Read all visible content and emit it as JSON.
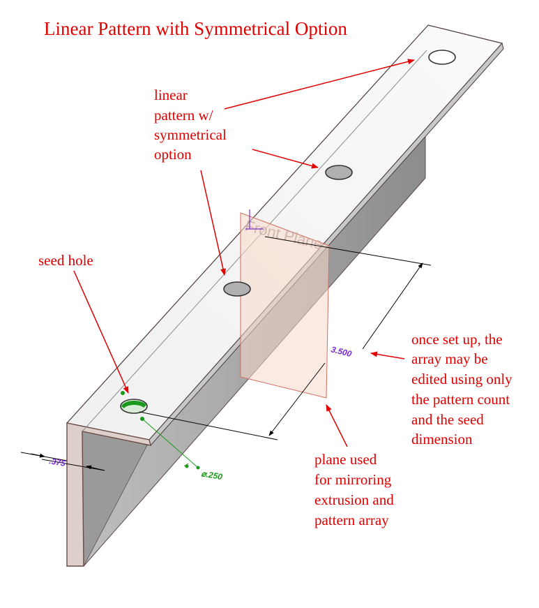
{
  "title": "Linear Pattern with Symmetrical Option",
  "callouts": {
    "linear_pattern": [
      "linear",
      "pattern w/",
      "symmetrical",
      "option"
    ],
    "seed_hole": [
      "seed hole"
    ],
    "array_note": [
      "once set up, the",
      "array may be",
      "edited using only",
      "the pattern count",
      "and the seed",
      "dimension"
    ],
    "plane_note": [
      "plane used",
      "for mirroring",
      "extrusion and",
      "pattern array"
    ]
  },
  "dimensions": {
    "length": "3.500",
    "edge_offset": ".375",
    "hole_diameter": "⌀.250"
  },
  "plane_label": "Front Plane",
  "colors": {
    "annotation_red": "#e00000",
    "dimension_purple": "#7a2ad0",
    "dimension_green": "#1a9a1a",
    "plane_tint": "#f5d8c8",
    "part_face": "#b8b8b8",
    "part_top": "#f4f4f4"
  }
}
